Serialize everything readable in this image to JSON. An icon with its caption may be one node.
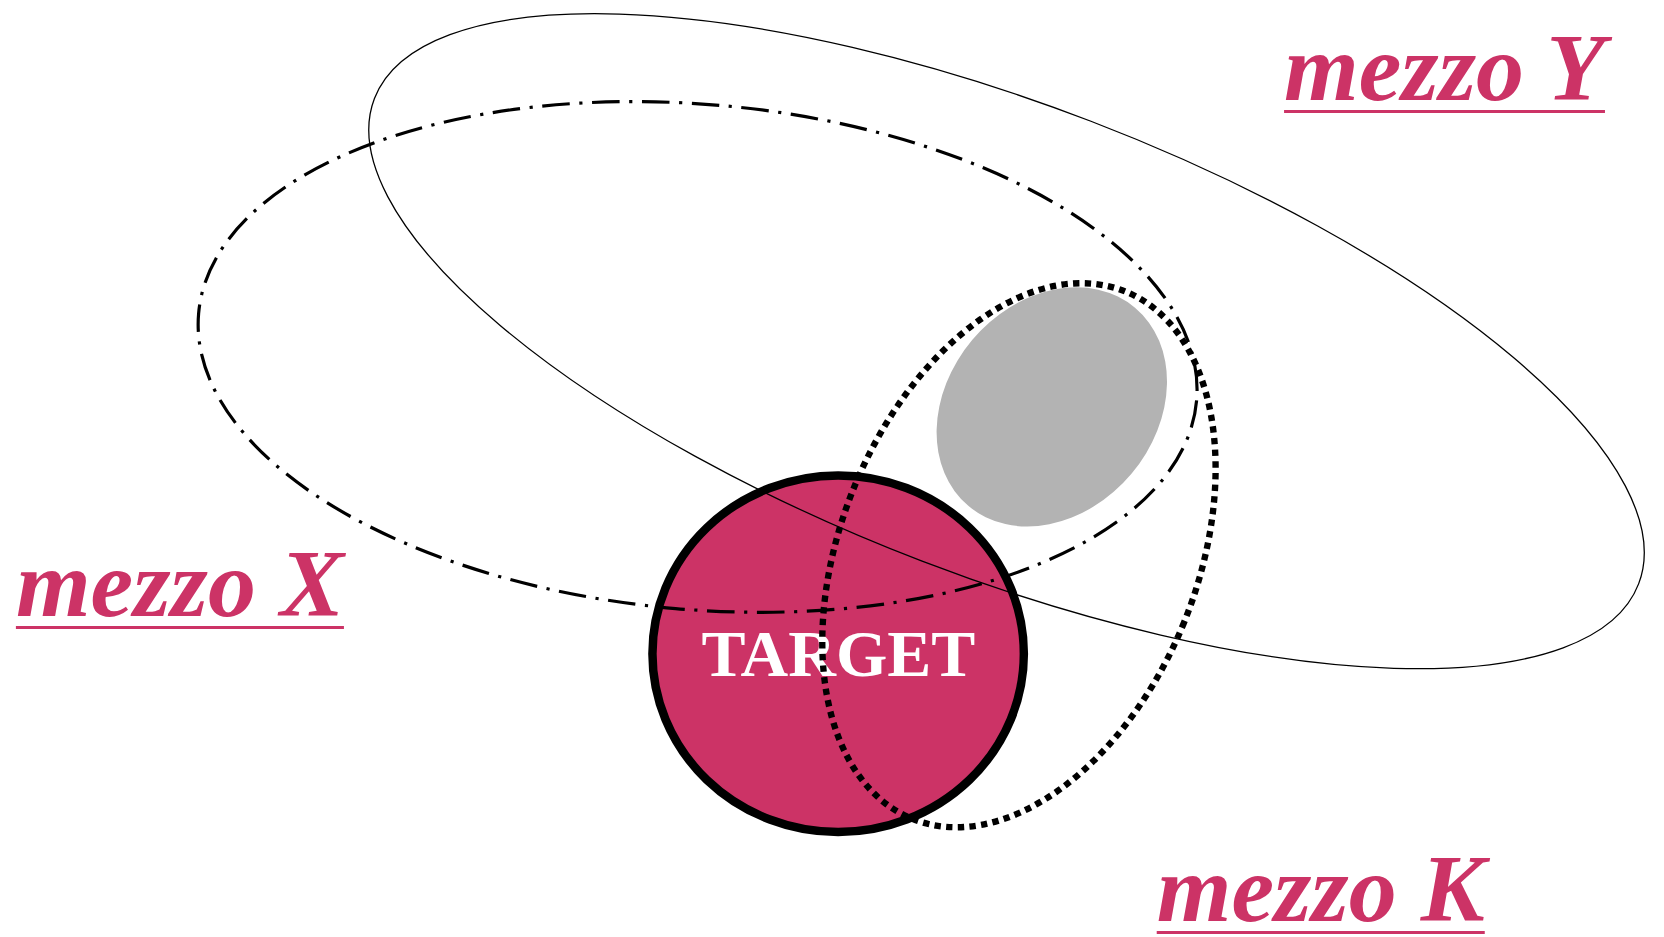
{
  "diagram": {
    "nodes": [
      {
        "text": [
          "mezzo Y"
        ]
      },
      {
        "text": [
          "mezzo X"
        ]
      },
      {
        "text": [],
        "shape": "ellipse"
      },
      {
        "text": [
          "mezzo K"
        ]
      },
      {
        "text": [
          "TARGET"
        ]
      }
    ]
  }
}
